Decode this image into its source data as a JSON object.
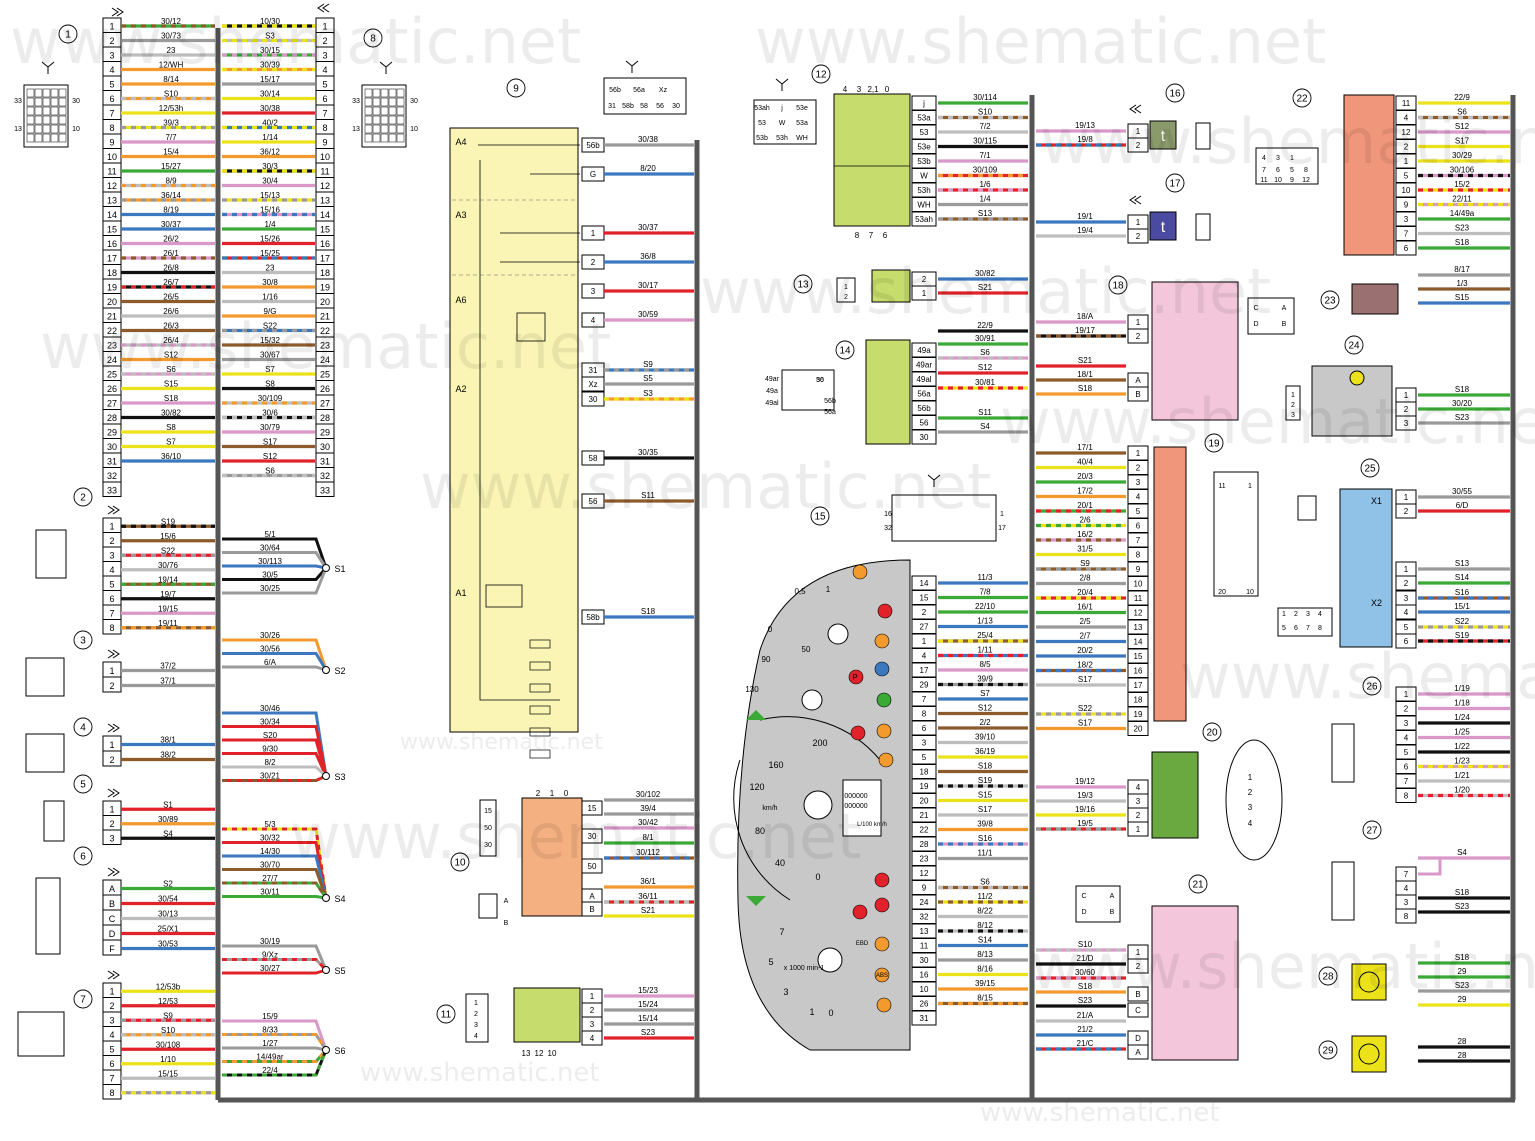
{
  "watermarks": [
    "www.shematic.net",
    "www.shematic.net",
    "www.shematic.net",
    "www.shematic.net",
    "www.shematic.net",
    "www.shematic.net",
    "www.shematic.net",
    "www.shematic.net",
    "www.shematic.net",
    "www.shematic.net",
    "www.shematic.net",
    "www.shematic.net"
  ],
  "colors": {
    "red": "#e2222a",
    "green": "#3aa935",
    "blue": "#3c78c0",
    "yellow": "#ece21a",
    "brown": "#8c5a2b",
    "black": "#111111",
    "white": "#bdbdbd",
    "pink": "#d998c8",
    "orange": "#f29a2e",
    "gray": "#9a9a9a",
    "violet": "#7a4ea0",
    "block_yellow": "#faf5b4",
    "block_green": "#c6dc6c",
    "block_pink": "#f4c6dc",
    "block_orange": "#f4b080",
    "block_salmon": "#f0967a",
    "block_blue": "#90c2e8",
    "block_gray": "#c8c8c8"
  },
  "connector1": {
    "number": "1",
    "pins": [
      "1",
      "2",
      "3",
      "4",
      "5",
      "6",
      "7",
      "8",
      "9",
      "10",
      "11",
      "12",
      "13",
      "14",
      "15",
      "16",
      "17",
      "18",
      "19",
      "20",
      "21",
      "22",
      "23",
      "24",
      "25",
      "26",
      "27",
      "28",
      "29",
      "30",
      "31",
      "32",
      "33"
    ],
    "wires_left": [
      "30/12",
      "30/73",
      "23",
      "12/WH",
      "8/14",
      "S10",
      "12/53h",
      "39/3",
      "7/7",
      "15/4",
      "15/27",
      "8/9",
      "36/14",
      "8/19",
      "30/37",
      "26/2",
      "26/1",
      "26/8",
      "26/7",
      "26/5",
      "26/6",
      "26/3",
      "26/4",
      "S12",
      "S6",
      "S15",
      "S18",
      "30/82",
      "S8",
      "S7",
      "36/10"
    ],
    "wires_right": [
      "10/30",
      "S3",
      "30/15",
      "30/39",
      "15/17",
      "30/14",
      "30/38",
      "40/2",
      "1/14",
      "36/12",
      "30/3",
      "30/4",
      "15/13",
      "15/16",
      "1/4",
      "15/26",
      "15/25",
      "23",
      "30/8",
      "1/16",
      "9/G",
      "S22",
      "15/32",
      "30/67",
      "S7",
      "S8",
      "30/109",
      "30/6",
      "30/79",
      "S17",
      "S12",
      "S6"
    ],
    "side_pins": [
      "33",
      "30",
      "13",
      "10"
    ]
  },
  "connector8": {
    "number": "8",
    "pins": [
      "1",
      "2",
      "3",
      "4",
      "5",
      "6",
      "7",
      "8",
      "9",
      "10",
      "11",
      "12",
      "13",
      "14",
      "15",
      "16",
      "17",
      "18",
      "19",
      "20",
      "21",
      "22",
      "23",
      "24",
      "25",
      "26",
      "27",
      "28",
      "29",
      "30",
      "31",
      "32",
      "33"
    ],
    "side_pins": [
      "33",
      "30",
      "13",
      "10"
    ]
  },
  "connector2": {
    "number": "2",
    "pins": [
      "1",
      "2",
      "3",
      "4",
      "5",
      "6",
      "7",
      "8"
    ],
    "wires": [
      "S19",
      "15/6",
      "S22",
      "30/76",
      "19/14",
      "19/7",
      "19/15",
      "19/11"
    ],
    "splice_wires": [
      "5/1",
      "30/64",
      "30/113",
      "30/5",
      "30/25"
    ],
    "splice": "S1"
  },
  "connector3": {
    "number": "3",
    "pins": [
      "1",
      "2"
    ],
    "wires": [
      "37/2",
      "37/1"
    ],
    "splice_wires": [
      "30/26",
      "30/56",
      "6/A"
    ],
    "splice": "S2"
  },
  "connector4": {
    "number": "4",
    "pins": [
      "1",
      "2"
    ],
    "wires": [
      "38/1",
      "38/2"
    ],
    "splice_wires": [
      "30/46",
      "30/34",
      "S20",
      "9/30",
      "8/2",
      "30/21"
    ],
    "splice": "S3"
  },
  "connector5": {
    "number": "5",
    "pins": [
      "1",
      "2",
      "3"
    ],
    "wires": [
      "S1",
      "30/89",
      "S4"
    ]
  },
  "connector6": {
    "number": "6",
    "pins": [
      "A",
      "B",
      "C",
      "D",
      "F"
    ],
    "wires": [
      "S2",
      "30/54",
      "30/13",
      "25/X1",
      "30/53"
    ],
    "splice_wires": [
      "5/3",
      "30/32",
      "14/30",
      "30/70",
      "27/7",
      "30/11"
    ],
    "splice": "S4"
  },
  "connector7": {
    "number": "7",
    "pins": [
      "1",
      "2",
      "3",
      "4",
      "5",
      "6",
      "7",
      "8"
    ],
    "wires": [
      "12/53b",
      "12/53",
      "S9",
      "S10",
      "30/108",
      "1/10",
      "15/15"
    ],
    "splice_wires_s5": [
      "30/19",
      "9/Xz",
      "30/27"
    ],
    "splice5": "S5",
    "splice_wires_s6": [
      "15/9",
      "8/33",
      "1/27",
      "14/49ar",
      "22/4"
    ],
    "splice6": "S6"
  },
  "block9": {
    "number": "9",
    "labels": [
      "A4",
      "A3",
      "A6",
      "A2",
      "A1"
    ],
    "pins": [
      "56b",
      "G",
      "1",
      "2",
      "3",
      "4",
      "31",
      "Xz",
      "30",
      "58",
      "56",
      "58b"
    ],
    "wires": [
      "30/38",
      "8/20",
      "30/37",
      "36/8",
      "30/17",
      "30/59",
      "S9",
      "S5",
      "S3",
      "30/35",
      "S11",
      "S18"
    ],
    "connector_labels": [
      "56b",
      "56a",
      "Xz",
      "31",
      "58b",
      "58",
      "56",
      "30",
      "58",
      "4",
      "3",
      "2",
      "1",
      "6"
    ]
  },
  "block10": {
    "number": "10",
    "pins": [
      "15",
      "30",
      "50",
      "A",
      "B"
    ],
    "top_labels": [
      "2",
      "1",
      "0"
    ],
    "wires": [
      "30/102",
      "39/4",
      "30/42",
      "8/1",
      "30/112",
      "36/1",
      "36/11",
      "S21"
    ],
    "side_pins": [
      "15",
      "50",
      "30"
    ],
    "ab": [
      "A",
      "B"
    ]
  },
  "block11": {
    "number": "11",
    "pins": [
      "1",
      "2",
      "3",
      "4"
    ],
    "bottom_labels": [
      "13",
      "12",
      "10"
    ],
    "wires": [
      "15/23",
      "15/24",
      "15/14",
      "S23"
    ],
    "side_pins": [
      "1",
      "2",
      "3",
      "4"
    ]
  },
  "block12": {
    "number": "12",
    "pins": [
      "j",
      "53a",
      "53",
      "53e",
      "53b",
      "W",
      "53h",
      "WH",
      "53ah"
    ],
    "top_labels": [
      "4",
      "3",
      "2,1",
      "0"
    ],
    "bottom_labels": [
      "8",
      "7",
      "6"
    ],
    "wires": [
      "30/114",
      "S10",
      "7/2",
      "30/115",
      "7/1",
      "30/109",
      "1/6",
      "1/4",
      "S13"
    ],
    "conn_labels": [
      "53ah",
      "j",
      "53e",
      "53",
      "W",
      "53a",
      "53b",
      "53h",
      "WH"
    ]
  },
  "block13": {
    "number": "13",
    "pins": [
      "2",
      "1"
    ],
    "wires": [
      "30/82",
      "S21"
    ],
    "side_pins": [
      "1",
      "2"
    ]
  },
  "block14": {
    "number": "14",
    "pins": [
      "49a",
      "49ar",
      "49al",
      "56a",
      "56b",
      "56",
      "30"
    ],
    "wires": [
      "22/9",
      "30/91",
      "S6",
      "S12",
      "30/81",
      "S11",
      "S4"
    ],
    "conn_labels": [
      "49ar",
      "49a",
      "49al",
      "56",
      "30",
      "56b",
      "56a"
    ]
  },
  "block15": {
    "number": "15",
    "pins": [
      "14",
      "15",
      "2",
      "27",
      "1",
      "4",
      "17",
      "29",
      "7",
      "8",
      "6",
      "3",
      "5",
      "18",
      "19",
      "20",
      "21",
      "22",
      "28",
      "23",
      "12",
      "9",
      "24",
      "32",
      "13",
      "11",
      "30",
      "16",
      "10",
      "26",
      "31"
    ],
    "wires": [
      "11/3",
      "7/8",
      "22/10",
      "1/13",
      "25/4",
      "1/11",
      "8/5",
      "39/9",
      "S7",
      "S12",
      "2/2",
      "39/10",
      "36/19",
      "S18",
      "S19",
      "S15",
      "S17",
      "39/8",
      "S16",
      "11/1",
      "",
      "S6",
      "11/2",
      "8/22",
      "8/12",
      "S14",
      "8/13",
      "8/16",
      "39/15",
      "8/15",
      ""
    ],
    "conn_labels": [
      "16",
      "32",
      "1",
      "17"
    ],
    "gauge_fuel": [
      "0,5",
      "0",
      "1"
    ],
    "gauge_temp": [
      "130",
      "90",
      "50"
    ],
    "speedo": [
      "200",
      "160",
      "120",
      "80",
      "40",
      "0"
    ],
    "speedo_unit": "km/h",
    "odo": [
      "000000",
      "000000"
    ],
    "odo_unit": "L/100 km/h",
    "tacho": [
      "7",
      "5",
      "3",
      "1",
      "0"
    ],
    "tacho_unit": "x 1000 min-1",
    "lamp_labels": [
      "P",
      "EBD",
      "ABS"
    ]
  },
  "block16": {
    "number": "16",
    "pins": [
      "1",
      "2"
    ],
    "wires": [
      "19/13",
      "19/8"
    ],
    "symbol": "t",
    "side_pins": [
      "1",
      "2"
    ]
  },
  "block17": {
    "number": "17",
    "pins": [
      "1",
      "2"
    ],
    "wires": [
      "19/1",
      "19/4"
    ],
    "symbol": "t",
    "side_pins": [
      "1",
      "2"
    ]
  },
  "block18": {
    "number": "18",
    "pins": [
      "1",
      "2",
      "A",
      "B"
    ],
    "wires": [
      "18/A",
      "19/17",
      "S21",
      "18/1",
      "S18"
    ],
    "conn_labels": [
      "C",
      "A",
      "D",
      "B"
    ]
  },
  "block19": {
    "number": "19",
    "pins": [
      "1",
      "2",
      "3",
      "4",
      "5",
      "6",
      "7",
      "8",
      "9",
      "10",
      "11",
      "12",
      "13",
      "14",
      "15",
      "16",
      "17",
      "18",
      "19",
      "20"
    ],
    "wires": [
      "17/1",
      "40/4",
      "20/3",
      "17/2",
      "20/1",
      "2/6",
      "16/2",
      "31/5",
      "S9",
      "2/8",
      "20/4",
      "16/1",
      "2/5",
      "2/7",
      "20/2",
      "18/2",
      "S17",
      "S22",
      "S17"
    ],
    "conn_labels": [
      "11",
      "1",
      "20",
      "10"
    ]
  },
  "block20": {
    "number": "20",
    "pins": [
      "4",
      "3",
      "2",
      "1"
    ],
    "wires": [
      "19/12",
      "19/3",
      "19/16",
      "19/5"
    ],
    "side_pins": [
      "1",
      "2",
      "3",
      "4"
    ]
  },
  "block21": {
    "number": "21",
    "pins": [
      "1",
      "2",
      "B",
      "C",
      "D",
      "A"
    ],
    "wires": [
      "S10",
      "21/D",
      "30/60",
      "S18",
      "S23",
      "21/A",
      "21/2",
      "21/C"
    ],
    "conn_labels": [
      "C",
      "A",
      "D",
      "B"
    ]
  },
  "block22": {
    "number": "22",
    "pins": [
      "11",
      "4",
      "12",
      "2",
      "1",
      "5",
      "10",
      "9",
      "3",
      "7",
      "6"
    ],
    "wires": [
      "22/9",
      "S6",
      "S12",
      "S17",
      "30/29",
      "30/106",
      "15/2",
      "22/11",
      "14/49a",
      "S23",
      "S18"
    ],
    "conn_labels": [
      "4",
      "3",
      "1",
      "8",
      "7",
      "6",
      "5",
      "12",
      "11",
      "10",
      "9"
    ]
  },
  "block23": {
    "number": "23",
    "wires": [
      "8/17",
      "1/3",
      "S15"
    ]
  },
  "block24": {
    "number": "24",
    "pins": [
      "1",
      "2",
      "3"
    ],
    "wires": [
      "S18",
      "30/20",
      "S23"
    ],
    "side_pins": [
      "1",
      "2",
      "3"
    ]
  },
  "block25": {
    "number": "25",
    "pins": [
      "1",
      "2",
      "1",
      "2",
      "3",
      "4",
      "5",
      "6",
      "7"
    ],
    "labels": [
      "X1",
      "X2"
    ],
    "wires": [
      "30/55",
      "6/D",
      "S13",
      "S14",
      "S16",
      "15/1",
      "S22",
      "S19"
    ],
    "conn_labels": [
      "1",
      "2",
      "3",
      "4",
      "5",
      "6",
      "7",
      "8"
    ]
  },
  "block26": {
    "number": "26",
    "pins": [
      "1",
      "2",
      "3",
      "4",
      "5",
      "6",
      "7",
      "8"
    ],
    "wires": [
      "1/19",
      "1/18",
      "1/24",
      "1/25",
      "1/22",
      "1/23",
      "1/21",
      "1/20"
    ]
  },
  "block27": {
    "number": "27",
    "pins": [
      "7",
      "4",
      "3",
      "8"
    ],
    "wires": [
      "S4",
      "S18",
      "S23"
    ]
  },
  "block28": {
    "number": "28",
    "wires": [
      "S18",
      "29",
      "S23",
      "29"
    ]
  },
  "block29": {
    "number": "29",
    "wires": [
      "28",
      "28"
    ]
  }
}
